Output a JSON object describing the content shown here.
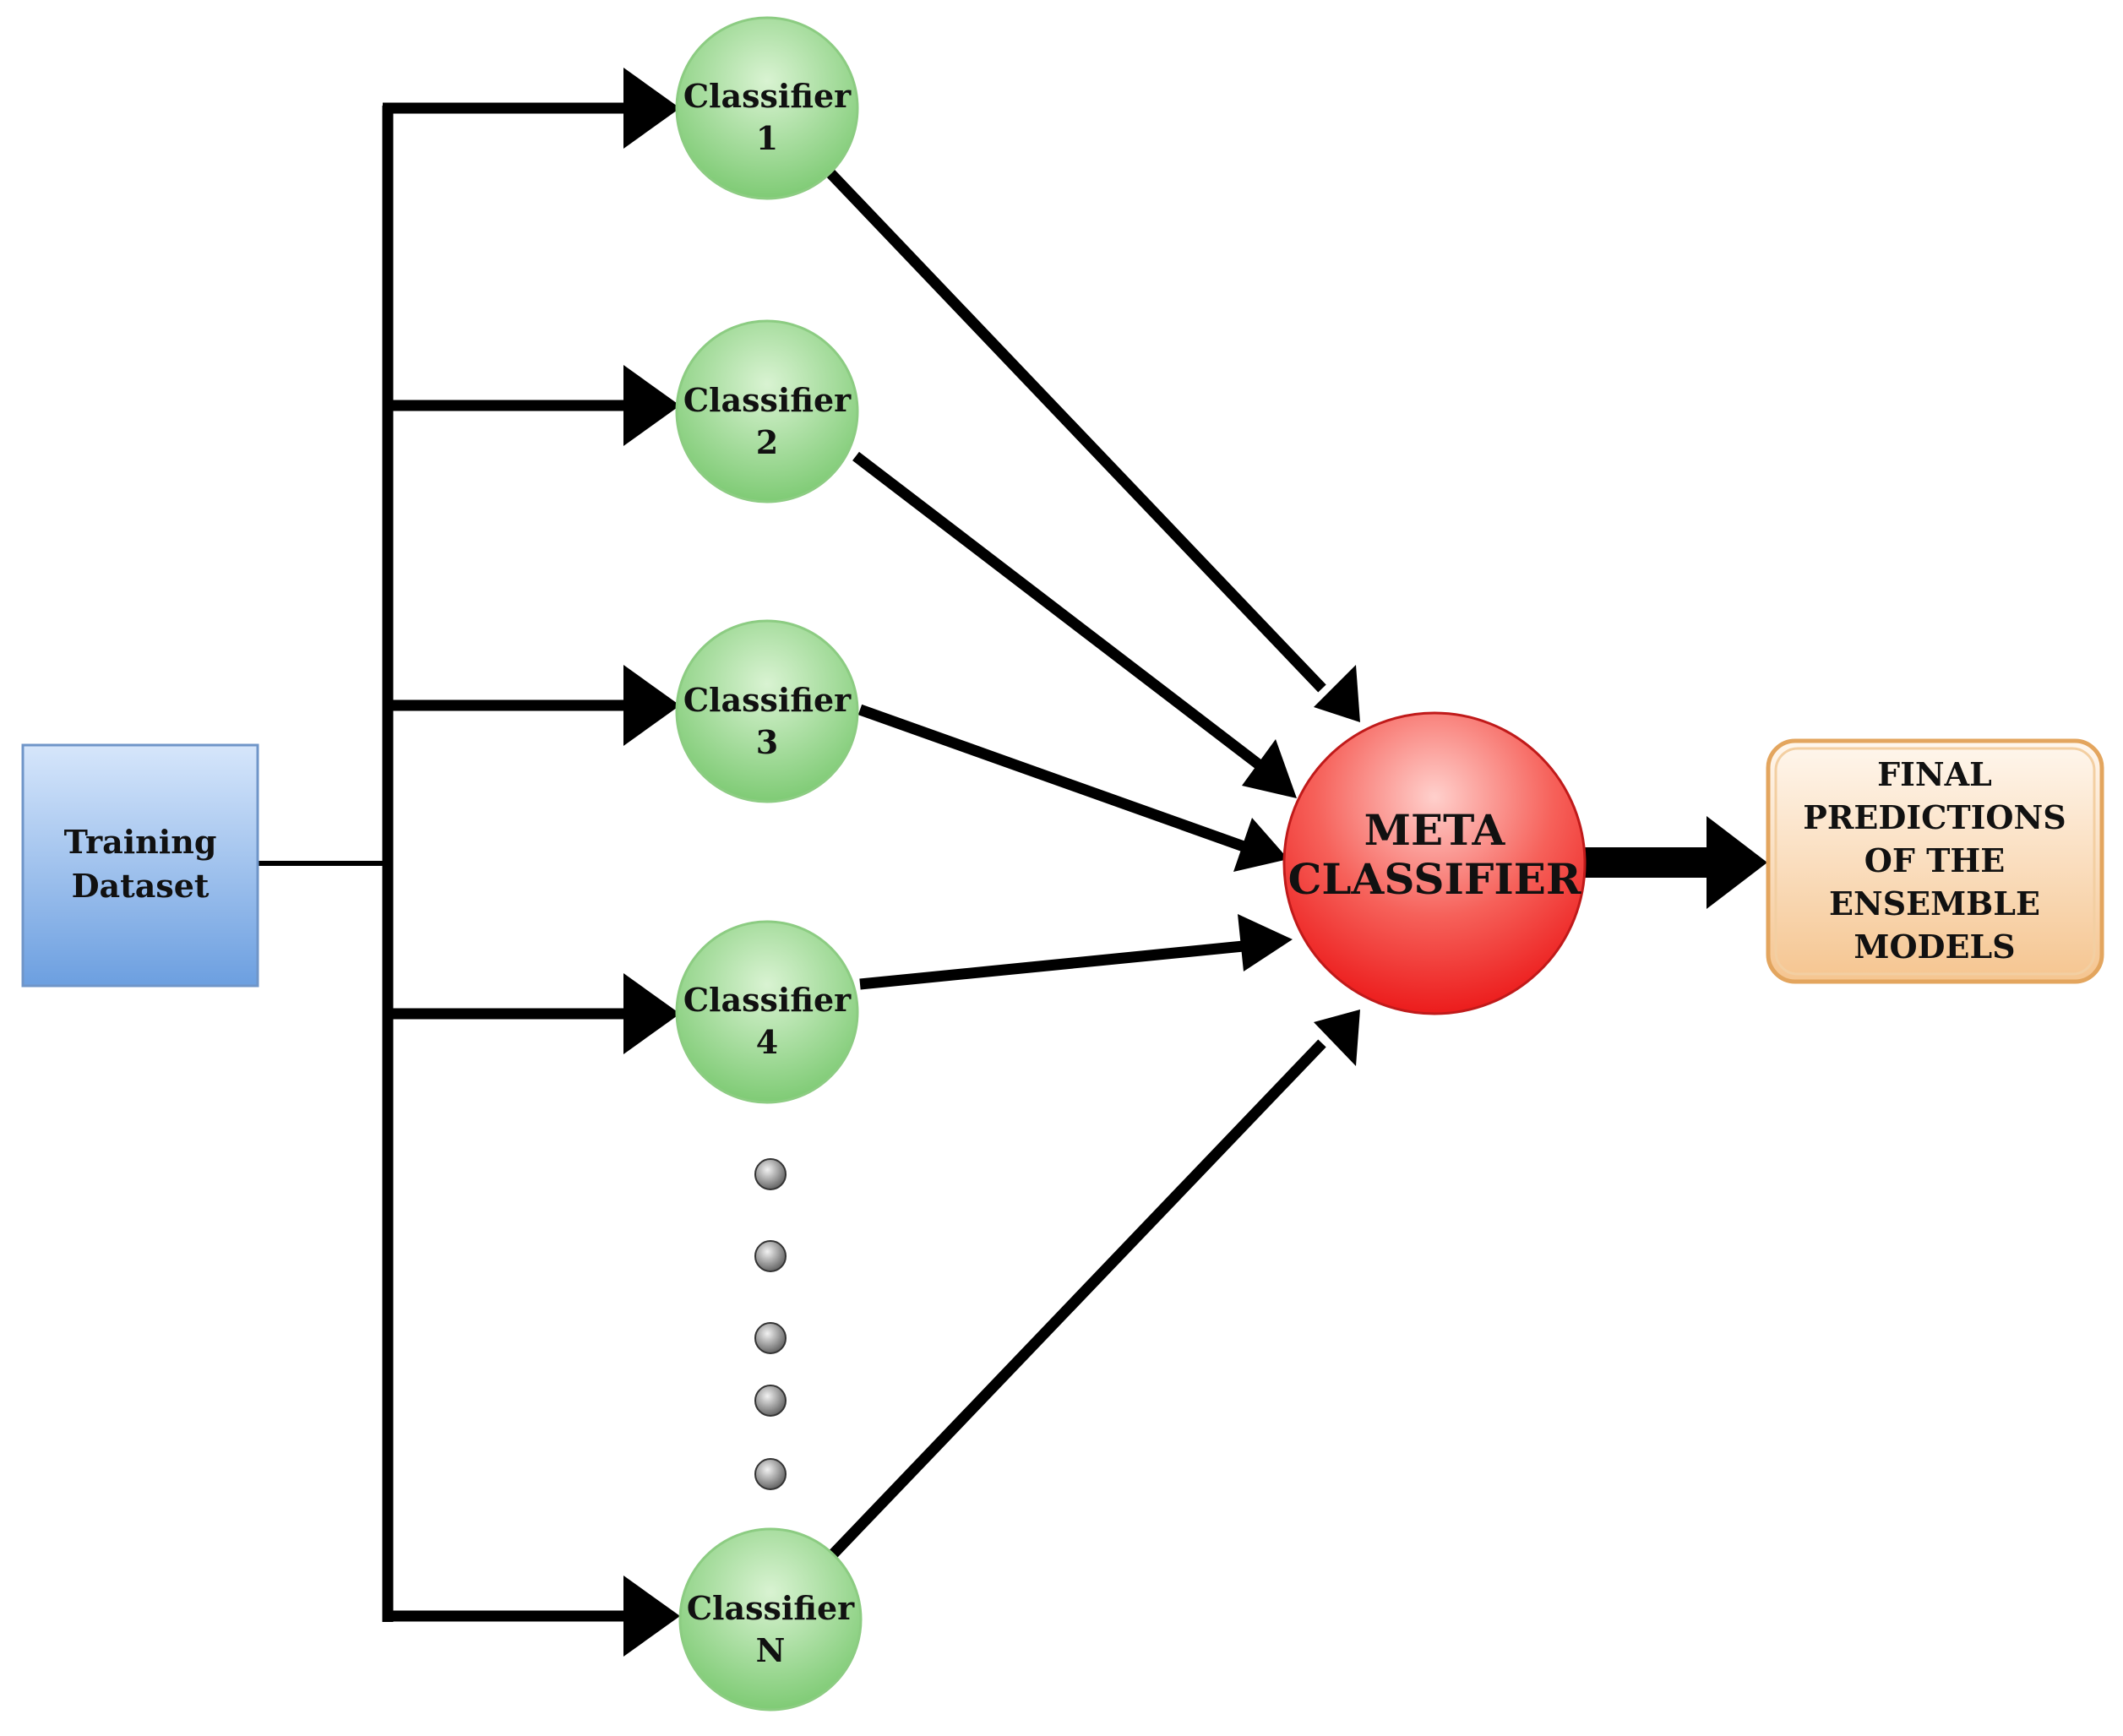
{
  "diagram": {
    "training": {
      "line1": "Training",
      "line2": "Dataset"
    },
    "classifiers": [
      {
        "line1": "Classifier",
        "line2": "1"
      },
      {
        "line1": "Classifier",
        "line2": "2"
      },
      {
        "line1": "Classifier",
        "line2": "3"
      },
      {
        "line1": "Classifier",
        "line2": "4"
      },
      {
        "line1": "Classifier",
        "line2": "N"
      }
    ],
    "meta": {
      "line1": "META",
      "line2": "CLASSIFIER"
    },
    "final": {
      "lines": [
        "FINAL",
        "PREDICTIONS",
        "OF THE",
        "ENSEMBLE",
        "MODELS"
      ]
    },
    "ellipsis_dot_count": 5,
    "colors": {
      "training_top": "#d6e6fb",
      "training_bottom": "#6c9fe0",
      "classifier_light": "#d9f3d2",
      "classifier_dark": "#7fcb75",
      "meta_light": "#ffd0cc",
      "meta_dark": "#ec1c1c",
      "final_light": "#fff7ee",
      "final_dark": "#f5c590",
      "arrow": "#000000"
    }
  }
}
